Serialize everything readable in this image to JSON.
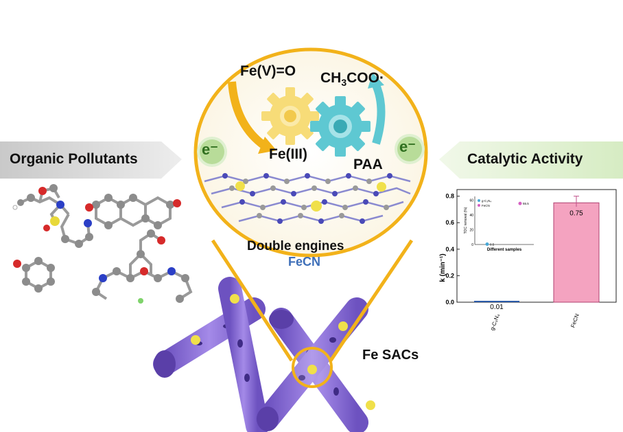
{
  "left_banner": {
    "label": "Organic Pollutants"
  },
  "right_banner": {
    "label": "Catalytic Activity"
  },
  "circle": {
    "fe_v": "Fe(V)=O",
    "radical_main": "CH",
    "radical_sub": "3",
    "radical_tail": "COO·",
    "fe_iii": "Fe(III)",
    "paa": "PAA",
    "electron": "e⁻",
    "double_engines": "Double engines",
    "fecn": "FeCN"
  },
  "tubes": {
    "label": "Fe SACs"
  },
  "colors": {
    "gold": "#f2b21a",
    "gear_yellow": "#f7dc78",
    "gear_teal": "#5ec8d2",
    "tube_purple": "#8b6fd6",
    "bar_pink": "#f4a3c0",
    "fecn_blue": "#3e6fb8"
  },
  "chart_data": {
    "type": "bar",
    "categories": [
      "g-C₃N₄",
      "FeCN"
    ],
    "values": [
      0.01,
      0.75
    ],
    "ylabel": "k (min⁻¹)",
    "ylim": [
      0,
      0.85
    ],
    "yticks": [
      "0.0",
      "0.2",
      "0.4",
      "0.6",
      "0.8"
    ],
    "value_labels": [
      "0.01",
      "0.75"
    ],
    "inset": {
      "type": "scatter",
      "ylabel": "TOC removal (%)",
      "xlabel": "Different samples",
      "yticks": [
        "0",
        "20",
        "40",
        "60"
      ],
      "legend": [
        "g-C₃N₄",
        "FeCN"
      ],
      "points": [
        {
          "series": "g-C₃N₄",
          "value": 0.5,
          "label": "0.5"
        },
        {
          "series": "FeCN",
          "value": 55.5,
          "label": "55.5"
        }
      ]
    }
  }
}
